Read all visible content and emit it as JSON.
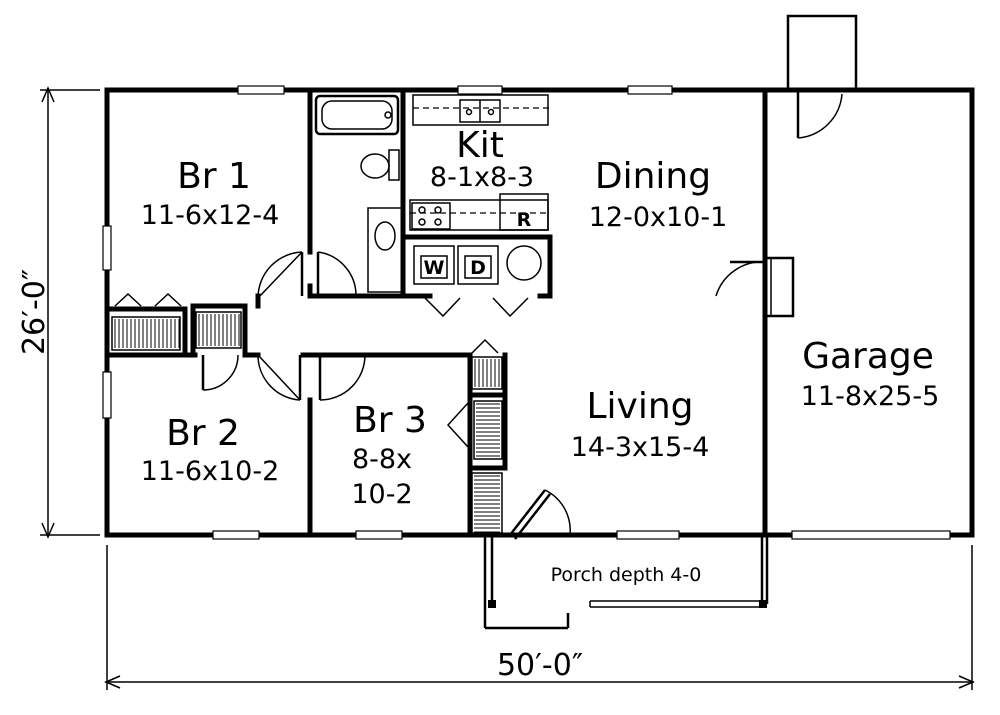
{
  "rooms": {
    "br1": {
      "name": "Br 1",
      "dims": "11-6x12-4"
    },
    "br2": {
      "name": "Br 2",
      "dims": "11-6x10-2"
    },
    "br3": {
      "name": "Br 3",
      "dims_line1": "8-8x",
      "dims_line2": "10-2"
    },
    "kit": {
      "name": "Kit",
      "dims": "8-1x8-3"
    },
    "dining": {
      "name": "Dining",
      "dims": "12-0x10-1"
    },
    "living": {
      "name": "Living",
      "dims": "14-3x15-4"
    },
    "garage": {
      "name": "Garage",
      "dims": "11-8x25-5"
    }
  },
  "appliances": {
    "washer": "W",
    "dryer": "D",
    "range": "R"
  },
  "porch": {
    "label": "Porch depth 4-0"
  },
  "overall": {
    "depth": "26′-0″",
    "width": "50′-0″"
  }
}
